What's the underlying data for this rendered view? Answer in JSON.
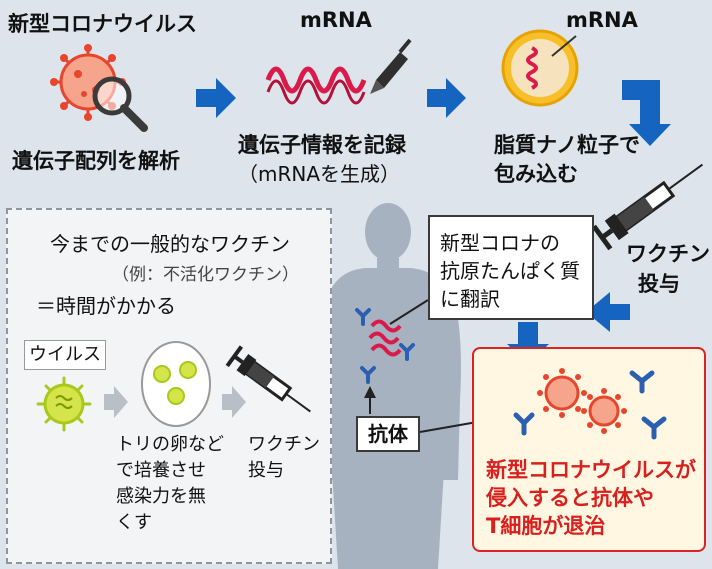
{
  "steps": {
    "virus_title": "新型コロナウイルス",
    "analyze": "遺伝子配列を解析",
    "mrna_label": "mRNA",
    "record_line1": "遺伝子情報を記録",
    "record_line2": "（mRNAを生成）",
    "mrna_label2": "mRNA",
    "lipid_line1": "脂質ナノ粒子で",
    "lipid_line2": "包み込む",
    "vaccine_line1": "ワクチン",
    "vaccine_line2": "投与"
  },
  "bubble": {
    "line1": "新型コロナの",
    "line2": "抗原たんぱく質",
    "line3": "に翻訳"
  },
  "antibody_label": "抗体",
  "result": {
    "line1": "新型コロナウイルスが",
    "line2": "侵入すると抗体や",
    "line3": "T細胞が退治"
  },
  "legacy": {
    "title": "今までの一般的なワクチン",
    "example": "（例：不活化ワクチン）",
    "note": "＝時間がかかる",
    "virus_chip": "ウイルス",
    "egg_line1": "トリの卵など",
    "egg_line2": "で培養させ",
    "egg_line3": "感染力を無",
    "egg_line4": "くす",
    "admin_line1": "ワクチン",
    "admin_line2": "投与"
  },
  "colors": {
    "arrow_blue": "#1565c0",
    "accent_red": "#d8201e",
    "virus_red": "#e8452c",
    "lipid_yellow": "#f7c02a",
    "rna_pink": "#d91a4a"
  },
  "icons": [
    "magnifier-virus-icon",
    "rna-strand-icon",
    "pen-icon",
    "lipid-nanoparticle-icon",
    "syringe-icon",
    "human-silhouette-icon",
    "antibody-icon",
    "virus-icon"
  ]
}
